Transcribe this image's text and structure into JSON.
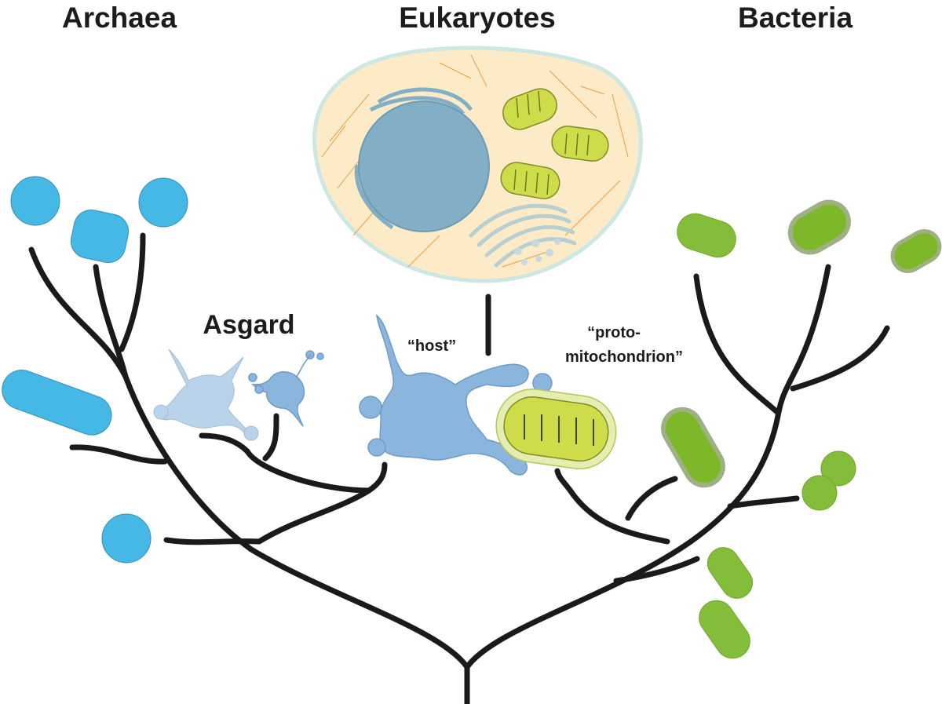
{
  "labels": {
    "archaea": "Archaea",
    "eukaryotes": "Eukaryotes",
    "bacteria": "Bacteria",
    "asgard": "Asgard",
    "host": "“host”",
    "proto_line1": "“proto-",
    "proto_line2": "mitochondrion”"
  },
  "colors": {
    "archaea": "#45b8e6",
    "asgard": "#8ab6dd",
    "bacteria": "#84bd3a",
    "bacteria_inner": "#7cb82a",
    "mitochondrion": "#cfdc4a",
    "cytoplasm": "#fdebc8",
    "nucleus": "#82afc5",
    "branches": "#1a1a1a"
  }
}
